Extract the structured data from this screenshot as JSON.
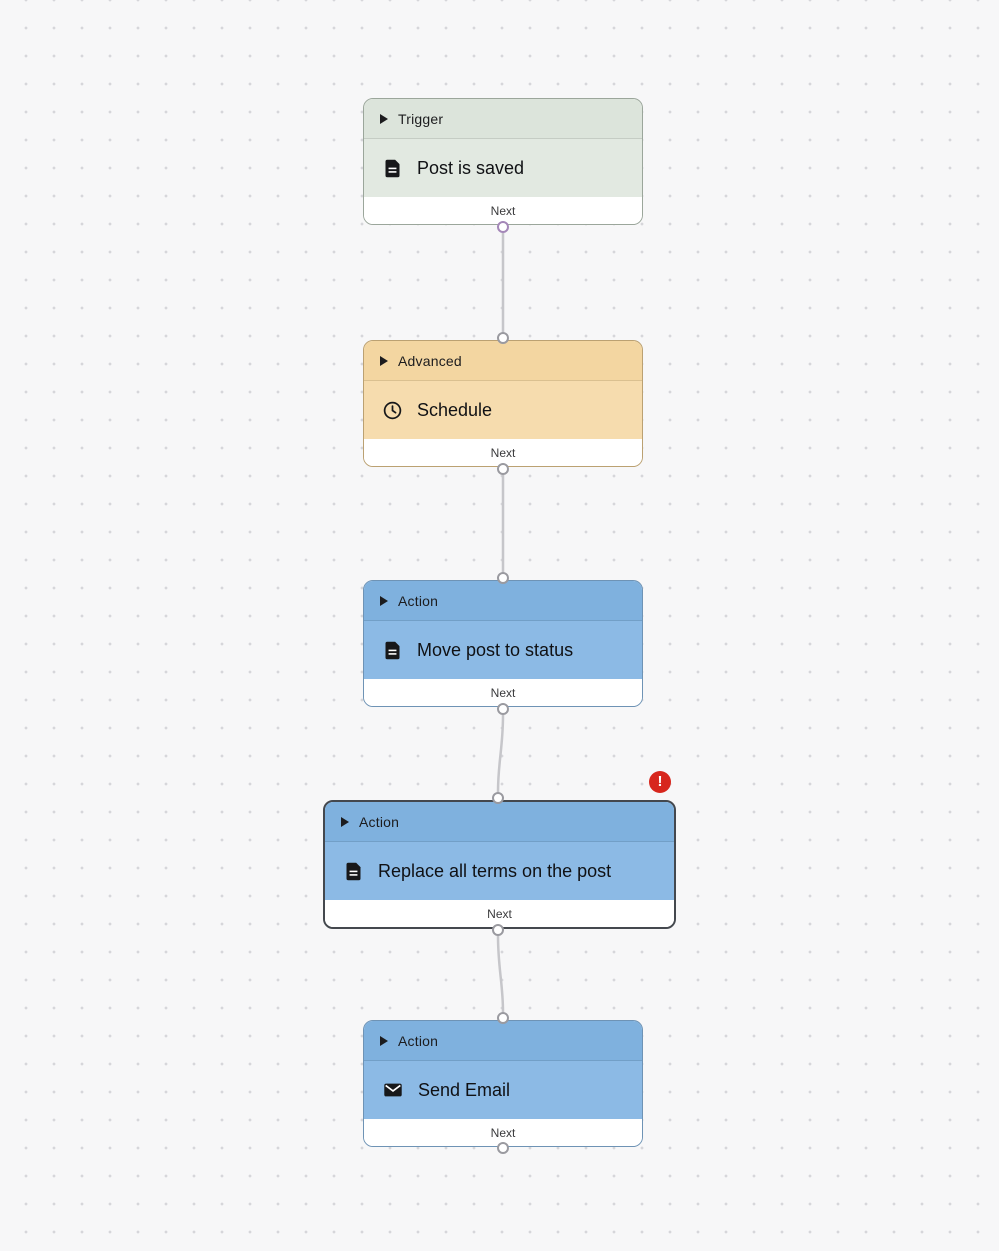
{
  "canvas": {
    "colors": {
      "connection": "#c6c6ca",
      "port_border": "#9a9aa0",
      "port_trigger_accent": "#a487b8",
      "error": "#d7261d"
    }
  },
  "nodes": [
    {
      "category": "Trigger",
      "title": "Post is saved",
      "icon": "document-icon",
      "footer_label": "Next",
      "colors": {
        "header": "#dce4db",
        "body": "#e2e9e1",
        "border": "#9ba69b"
      }
    },
    {
      "category": "Advanced",
      "title": "Schedule",
      "icon": "clock-icon",
      "footer_label": "Next",
      "colors": {
        "header": "#f3d6a1",
        "body": "#f6dcae",
        "border": "#bba172"
      }
    },
    {
      "category": "Action",
      "title": "Move post to status",
      "icon": "document-icon",
      "footer_label": "Next",
      "colors": {
        "header": "#7fb1de",
        "body": "#8cbae5",
        "border": "#6e93b5"
      }
    },
    {
      "category": "Action",
      "title": "Replace all terms on the post",
      "icon": "document-icon",
      "footer_label": "Next",
      "error": true,
      "colors": {
        "header": "#7fb1de",
        "body": "#8cbae5",
        "border": "#44484e"
      }
    },
    {
      "category": "Action",
      "title": "Send Email",
      "icon": "envelope-icon",
      "footer_label": "Next",
      "colors": {
        "header": "#7fb1de",
        "body": "#8cbae5",
        "border": "#6e93b5"
      }
    }
  ],
  "error_badge": {
    "glyph": "!"
  }
}
